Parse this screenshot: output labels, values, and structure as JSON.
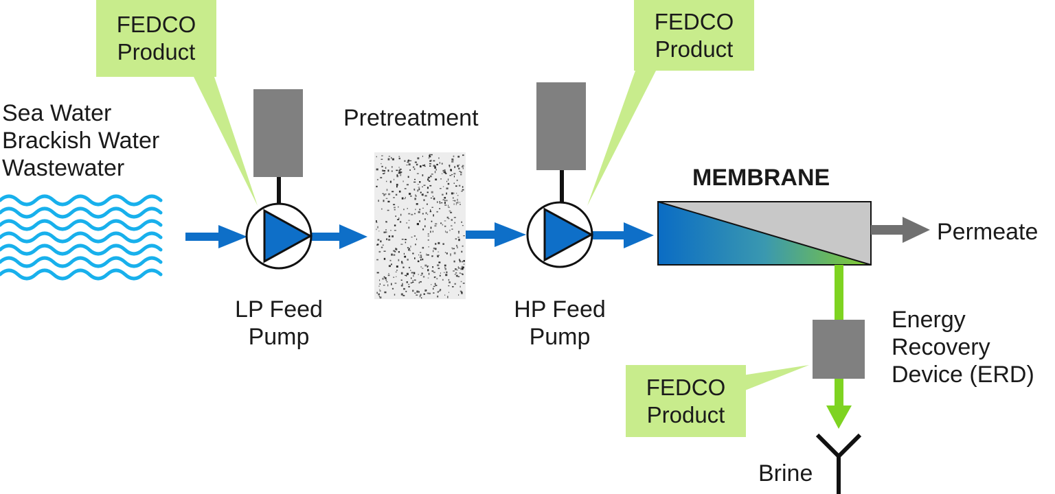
{
  "source_labels": [
    "Sea Water",
    "Brackish Water",
    "Wastewater"
  ],
  "pretreatment_label": "Pretreatment",
  "membrane_label": "MEMBRANE",
  "lp_pump_label": [
    "LP Feed",
    "Pump"
  ],
  "hp_pump_label": [
    "HP Feed",
    "Pump"
  ],
  "permeate_label": "Permeate",
  "erd_label": [
    "Energy",
    "Recovery",
    "Device (ERD)"
  ],
  "brine_label": "Brine",
  "callouts": [
    {
      "line1": "FEDCO",
      "line2": "Product"
    },
    {
      "line1": "FEDCO",
      "line2": "Product"
    },
    {
      "line1": "FEDCO",
      "line2": "Product"
    }
  ],
  "colors": {
    "feed_flow": "#0e6fc8",
    "water_waves": "#18b0ec",
    "motor_gray": "#808080",
    "callout_fill": "#c8ec8c",
    "brine_flow": "#7ed321",
    "permeate_flow": "#707070",
    "membrane_gradient_start": "#0a6cc4",
    "membrane_gradient_end": "#86cc2c"
  }
}
